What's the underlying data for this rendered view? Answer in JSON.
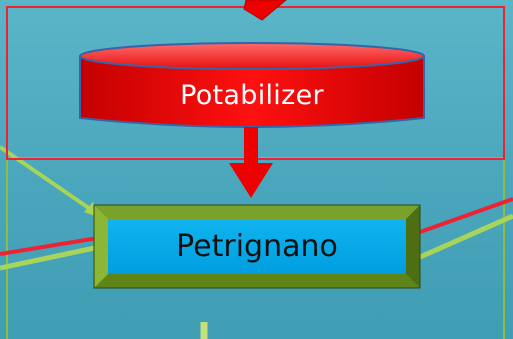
{
  "diagram": {
    "nodes": {
      "potabilizer": {
        "label": "Potabilizer",
        "shape": "cylinder",
        "color": "#ee0000"
      },
      "petrignano": {
        "label": "Petrignano",
        "shape": "beveled-box",
        "color": "#00aaee"
      }
    },
    "edges": [
      {
        "from": "potabilizer",
        "to": "petrignano",
        "color": "#ee0000"
      }
    ],
    "colors": {
      "background": "#4aa6bc",
      "frame_red": "#ee2233",
      "frame_green": "#8cbf3f",
      "edge_green": "#a8d45a",
      "edge_red": "#ee2233"
    }
  }
}
